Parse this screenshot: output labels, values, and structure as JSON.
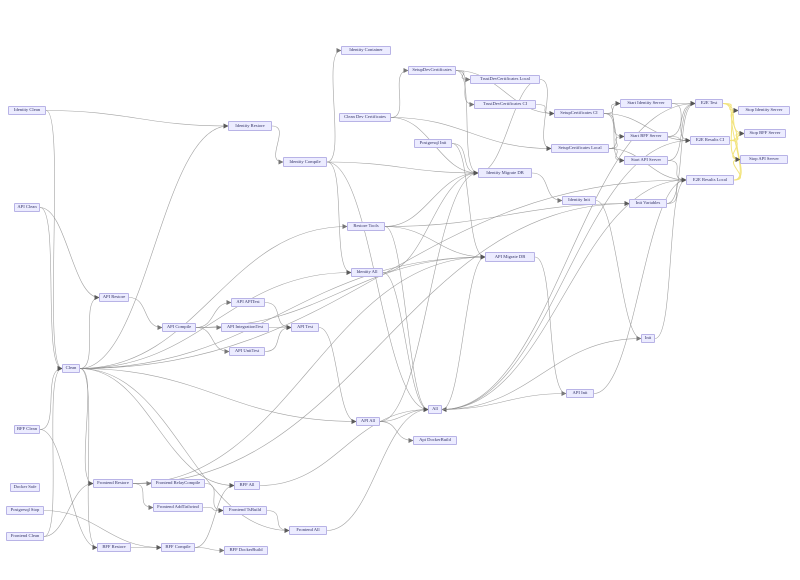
{
  "diagram": {
    "type": "flowchart",
    "nodes": [
      {
        "id": "identity_clean",
        "label": "Identity Clean"
      },
      {
        "id": "api_clean",
        "label": "API Clean"
      },
      {
        "id": "bff_clean",
        "label": "BFF Clean"
      },
      {
        "id": "docker_safe",
        "label": "Docker Safe"
      },
      {
        "id": "postgresql_stop",
        "label": "Postgresql Stop"
      },
      {
        "id": "frontend_clean",
        "label": "Frontend Clean"
      },
      {
        "id": "clean",
        "label": "Clean"
      },
      {
        "id": "identity_restore",
        "label": "Identity Restore"
      },
      {
        "id": "identity_compile",
        "label": "Identity Compile"
      },
      {
        "id": "identity_container",
        "label": "Identity Container"
      },
      {
        "id": "clean_dev_certificates",
        "label": "Clean Dev Certificates"
      },
      {
        "id": "setup_dev_certificates",
        "label": "SetupDevCertificates"
      },
      {
        "id": "trust_dev_cert_local",
        "label": "TrustDevCertificates Local"
      },
      {
        "id": "trust_dev_cert_ci",
        "label": "TrustDevCertificates CI"
      },
      {
        "id": "postgresql_init",
        "label": "Postgresql Init"
      },
      {
        "id": "setup_certificates_ci",
        "label": "SetupCertificates CI"
      },
      {
        "id": "setup_certificates_local",
        "label": "SetupCertificates Local"
      },
      {
        "id": "identity_migrate_db",
        "label": "Identity Migrate DB"
      },
      {
        "id": "identity_init",
        "label": "Identity Init"
      },
      {
        "id": "start_identity_server",
        "label": "Start Identity Server"
      },
      {
        "id": "start_bff_server",
        "label": "Start BFF Server"
      },
      {
        "id": "start_api_server",
        "label": "Start API Server"
      },
      {
        "id": "e2e_test",
        "label": "E2E Test"
      },
      {
        "id": "e2e_results_ci",
        "label": "E2E Results CI"
      },
      {
        "id": "e2e_results_local",
        "label": "E2E Results Local"
      },
      {
        "id": "stop_identity_server",
        "label": "Stop Identity Server"
      },
      {
        "id": "stop_bff_server",
        "label": "Stop BFF Server"
      },
      {
        "id": "stop_api_server",
        "label": "Stop API Server"
      },
      {
        "id": "init_variables",
        "label": "Init Variables"
      },
      {
        "id": "restore_tools",
        "label": "Restore Tools"
      },
      {
        "id": "identity_all",
        "label": "Identity All"
      },
      {
        "id": "api_migrate_db",
        "label": "API Migrate DB"
      },
      {
        "id": "api_restore",
        "label": "API Restore"
      },
      {
        "id": "api_compile",
        "label": "API Compile"
      },
      {
        "id": "api_apitest",
        "label": "API APITest"
      },
      {
        "id": "api_integrationtest",
        "label": "API IntegrationTest"
      },
      {
        "id": "api_test",
        "label": "API Test"
      },
      {
        "id": "api_unittest",
        "label": "API UnitTest"
      },
      {
        "id": "init",
        "label": "Init"
      },
      {
        "id": "api_init",
        "label": "API Init"
      },
      {
        "id": "all",
        "label": "All"
      },
      {
        "id": "api_all",
        "label": "API All"
      },
      {
        "id": "api_dockerbuild",
        "label": "Api DockerBuild"
      },
      {
        "id": "frontend_restore",
        "label": "Frontend Restore"
      },
      {
        "id": "frontend_relaycompile",
        "label": "Frontend RelayCompile"
      },
      {
        "id": "frontend_addtailwind",
        "label": "Frontend AddTailwind"
      },
      {
        "id": "frontend_tsbuild",
        "label": "Frontend TsBuild"
      },
      {
        "id": "frontend_all",
        "label": "Frontend All"
      },
      {
        "id": "bff_all",
        "label": "BFF All"
      },
      {
        "id": "bff_restore",
        "label": "BFF Restore"
      },
      {
        "id": "bff_compile",
        "label": "BFF Compile"
      },
      {
        "id": "bff_dockerbuild",
        "label": "BFF DockerBuild"
      }
    ],
    "edges": [
      [
        "identity_clean",
        "clean"
      ],
      [
        "api_clean",
        "clean"
      ],
      [
        "bff_clean",
        "clean"
      ],
      [
        "frontend_clean",
        "clean"
      ],
      [
        "identity_clean",
        "identity_restore"
      ],
      [
        "api_clean",
        "api_restore"
      ],
      [
        "bff_clean",
        "bff_restore"
      ],
      [
        "frontend_clean",
        "frontend_restore"
      ],
      [
        "postgresql_stop",
        "bff_compile"
      ],
      [
        "clean",
        "identity_restore"
      ],
      [
        "clean",
        "api_restore"
      ],
      [
        "clean",
        "frontend_restore"
      ],
      [
        "clean",
        "bff_restore"
      ],
      [
        "clean",
        "identity_all"
      ],
      [
        "clean",
        "restore_tools"
      ],
      [
        "clean",
        "api_migrate_db"
      ],
      [
        "clean",
        "api_all"
      ],
      [
        "clean",
        "bff_all"
      ],
      [
        "clean",
        "frontend_all"
      ],
      [
        "clean",
        "e2e_results_local"
      ],
      [
        "identity_restore",
        "identity_compile"
      ],
      [
        "identity_compile",
        "identity_container"
      ],
      [
        "identity_compile",
        "identity_all"
      ],
      [
        "identity_compile",
        "identity_migrate_db"
      ],
      [
        "identity_compile",
        "all"
      ],
      [
        "clean_dev_certificates",
        "setup_dev_certificates"
      ],
      [
        "clean_dev_certificates",
        "setup_certificates_local"
      ],
      [
        "clean_dev_certificates",
        "identity_migrate_db"
      ],
      [
        "setup_dev_certificates",
        "trust_dev_cert_local"
      ],
      [
        "setup_dev_certificates",
        "trust_dev_cert_ci"
      ],
      [
        "setup_dev_certificates",
        "setup_certificates_ci"
      ],
      [
        "setup_dev_certificates",
        "identity_migrate_db"
      ],
      [
        "trust_dev_cert_local",
        "setup_certificates_local"
      ],
      [
        "trust_dev_cert_ci",
        "setup_certificates_ci"
      ],
      [
        "trust_dev_cert_local",
        "identity_migrate_db"
      ],
      [
        "postgresql_init",
        "identity_migrate_db"
      ],
      [
        "postgresql_init",
        "api_migrate_db"
      ],
      [
        "setup_certificates_ci",
        "start_identity_server"
      ],
      [
        "setup_certificates_ci",
        "start_bff_server"
      ],
      [
        "setup_certificates_ci",
        "start_api_server"
      ],
      [
        "setup_certificates_ci",
        "e2e_results_ci"
      ],
      [
        "setup_certificates_local",
        "start_identity_server"
      ],
      [
        "setup_certificates_local",
        "start_bff_server"
      ],
      [
        "setup_certificates_local",
        "start_api_server"
      ],
      [
        "setup_certificates_local",
        "e2e_results_local"
      ],
      [
        "identity_migrate_db",
        "identity_init"
      ],
      [
        "identity_init",
        "init"
      ],
      [
        "start_identity_server",
        "e2e_test"
      ],
      [
        "start_bff_server",
        "e2e_test"
      ],
      [
        "start_api_server",
        "e2e_test"
      ],
      [
        "start_identity_server",
        "e2e_results_ci"
      ],
      [
        "start_bff_server",
        "e2e_results_ci"
      ],
      [
        "start_api_server",
        "e2e_results_local"
      ],
      [
        "e2e_test",
        "stop_identity_server"
      ],
      [
        "e2e_test",
        "stop_bff_server"
      ],
      [
        "e2e_test",
        "stop_api_server"
      ],
      [
        "e2e_results_ci",
        "stop_identity_server"
      ],
      [
        "e2e_results_ci",
        "stop_bff_server"
      ],
      [
        "e2e_results_ci",
        "stop_api_server"
      ],
      [
        "e2e_results_local",
        "stop_identity_server"
      ],
      [
        "e2e_results_local",
        "stop_bff_server"
      ],
      [
        "e2e_results_local",
        "stop_api_server"
      ],
      [
        "init_variables",
        "e2e_test"
      ],
      [
        "init_variables",
        "e2e_results_local"
      ],
      [
        "restore_tools",
        "identity_migrate_db"
      ],
      [
        "restore_tools",
        "api_migrate_db"
      ],
      [
        "restore_tools",
        "init_variables"
      ],
      [
        "restore_tools",
        "all"
      ],
      [
        "identity_all",
        "identity_migrate_db"
      ],
      [
        "identity_all",
        "all"
      ],
      [
        "api_migrate_db",
        "api_init"
      ],
      [
        "api_init",
        "all"
      ],
      [
        "api_init",
        "e2e_results_local"
      ],
      [
        "api_restore",
        "api_compile"
      ],
      [
        "api_compile",
        "api_apitest"
      ],
      [
        "api_compile",
        "api_integrationtest"
      ],
      [
        "api_compile",
        "api_unittest"
      ],
      [
        "api_apitest",
        "api_test"
      ],
      [
        "api_integrationtest",
        "api_test"
      ],
      [
        "api_unittest",
        "api_test"
      ],
      [
        "api_test",
        "api_all"
      ],
      [
        "api_compile",
        "api_migrate_db"
      ],
      [
        "api_all",
        "all"
      ],
      [
        "api_all",
        "api_dockerbuild"
      ],
      [
        "api_all",
        "identity_migrate_db"
      ],
      [
        "init",
        "all"
      ],
      [
        "init",
        "e2e_results_local"
      ],
      [
        "all",
        "e2e_test"
      ],
      [
        "all",
        "e2e_results_ci"
      ],
      [
        "all",
        "e2e_results_local"
      ],
      [
        "all",
        "api_migrate_db"
      ],
      [
        "frontend_restore",
        "frontend_relaycompile"
      ],
      [
        "frontend_restore",
        "frontend_addtailwind"
      ],
      [
        "frontend_restore",
        "init_variables"
      ],
      [
        "frontend_restore",
        "api_migrate_db"
      ],
      [
        "frontend_relaycompile",
        "frontend_tsbuild"
      ],
      [
        "frontend_addtailwind",
        "frontend_tsbuild"
      ],
      [
        "frontend_tsbuild",
        "frontend_all"
      ],
      [
        "frontend_all",
        "all"
      ],
      [
        "bff_restore",
        "bff_compile"
      ],
      [
        "bff_compile",
        "bff_dockerbuild"
      ],
      [
        "bff_compile",
        "bff_all"
      ],
      [
        "bff_all",
        "all"
      ]
    ],
    "highlight_edges": [
      [
        "e2e_test",
        "stop_identity_server"
      ],
      [
        "e2e_test",
        "stop_bff_server"
      ],
      [
        "e2e_test",
        "stop_api_server"
      ],
      [
        "e2e_results_ci",
        "stop_identity_server"
      ],
      [
        "e2e_results_ci",
        "stop_bff_server"
      ],
      [
        "e2e_results_ci",
        "stop_api_server"
      ],
      [
        "e2e_results_local",
        "stop_identity_server"
      ],
      [
        "e2e_results_local",
        "stop_bff_server"
      ],
      [
        "e2e_results_local",
        "stop_api_server"
      ]
    ],
    "colors": {
      "node_fill": "#ececff",
      "node_border": "#b8b3e6",
      "node_text": "#333366",
      "edge": "#8a8a8a",
      "edge_highlight": "#f2e37a",
      "background": "#ffffff"
    }
  }
}
